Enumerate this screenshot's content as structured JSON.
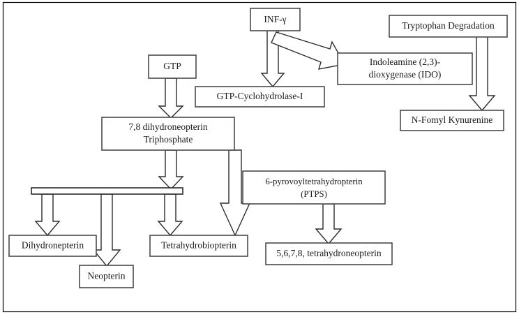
{
  "diagram": {
    "title": "",
    "type": "flowchart",
    "background_color": "#ffffff",
    "border_color": "#000000",
    "box_stroke_color": "#4a4a4a",
    "arrow_fill_color": "#ffffff",
    "arrow_stroke_color": "#2b2b2b",
    "text_color": "#1a1a1a",
    "nodes": [
      {
        "id": "inf_gamma",
        "label": "INF-γ"
      },
      {
        "id": "tryptophan",
        "label": "Tryptophan Degradation"
      },
      {
        "id": "gtp",
        "label": "GTP"
      },
      {
        "id": "ido_line1",
        "label": "Indoleamine (2,3)-"
      },
      {
        "id": "ido_line2",
        "label": "dioxygenase (IDO)"
      },
      {
        "id": "gtp_cyclo",
        "label": "GTP-Cyclohydrolase-I"
      },
      {
        "id": "nformyl",
        "label": "N-Fomyl Kynurenine"
      },
      {
        "id": "dihydro_line1",
        "label": "7,8 dihydroneopterin"
      },
      {
        "id": "dihydro_line2",
        "label": "Triphosphate"
      },
      {
        "id": "ptps_line1",
        "label": "6-pyrovoyltetrahydropterin"
      },
      {
        "id": "ptps_line2",
        "label": "(PTPS)"
      },
      {
        "id": "dihydronepterin",
        "label": "Dihydronepterin"
      },
      {
        "id": "tetrahydrobio",
        "label": "Tetrahydrobiopterin"
      },
      {
        "id": "neopterin",
        "label": "Neopterin"
      },
      {
        "id": "tetrahydroneo",
        "label": "5,6,7,8, tetrahydroneopterin"
      }
    ],
    "edges": [
      {
        "from": "inf_gamma",
        "to": "gtp_cyclo",
        "style": "block-arrow-down"
      },
      {
        "from": "inf_gamma",
        "to": "ido",
        "style": "block-arrow-diagonal"
      },
      {
        "from": "tryptophan",
        "to": "nformyl",
        "style": "block-arrow-down"
      },
      {
        "from": "gtp",
        "to": "dihydro",
        "style": "block-arrow-down"
      },
      {
        "from": "dihydro",
        "to": "distribution-bar",
        "style": "block-arrow-down"
      },
      {
        "from": "dihydro",
        "to": "tetrahydrobio",
        "style": "block-arrow-down-long"
      },
      {
        "from": "distribution-bar",
        "to": "dihydronepterin",
        "style": "block-arrow-down"
      },
      {
        "from": "distribution-bar",
        "to": "neopterin",
        "style": "block-arrow-down"
      },
      {
        "from": "distribution-bar",
        "to": "tetrahydrobio",
        "style": "block-arrow-down"
      },
      {
        "from": "ptps",
        "to": "tetrahydroneo",
        "style": "block-arrow-down"
      }
    ]
  }
}
